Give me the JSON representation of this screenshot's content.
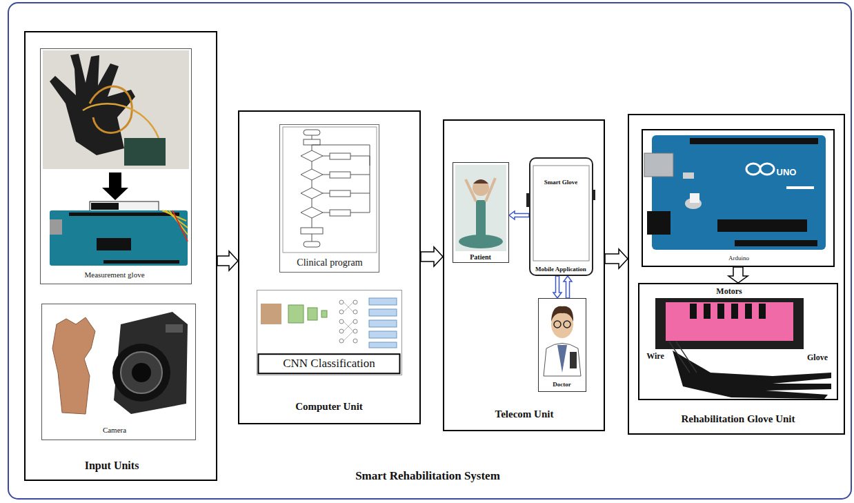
{
  "diagram": {
    "title": "Smart Rehabilitation System",
    "nodes": [
      {
        "text": [
          "Input Units"
        ]
      },
      {
        "text": [
          "Measurement glove"
        ],
        "in": 0
      },
      {
        "text": [
          "Camera"
        ],
        "in": 0
      },
      {
        "text": [
          "Computer Unit"
        ]
      },
      {
        "text": [
          "Clinical program"
        ],
        "in": 3
      },
      {
        "text": [
          "CNN Classification"
        ],
        "in": 3
      },
      {
        "text": [
          "Telecom Unit"
        ]
      },
      {
        "text": [
          "Patient"
        ],
        "in": 6
      },
      {
        "text": [
          "Smart Glove",
          "Mobile Application"
        ],
        "in": 6
      },
      {
        "text": [
          "Doctor"
        ],
        "in": 6
      },
      {
        "text": [
          "Rehabilitation Glove Unit"
        ]
      },
      {
        "text": [
          "Arduino"
        ],
        "in": 10
      },
      {
        "text": [
          "Motors",
          "Wire",
          "Glove"
        ],
        "in": 10
      }
    ],
    "edges": [
      {
        "from": 0,
        "to": 3,
        "arrow": "to"
      },
      {
        "from": 3,
        "to": 6,
        "arrow": "to"
      },
      {
        "from": 6,
        "to": 10,
        "arrow": "to"
      },
      {
        "from": 8,
        "to": 7,
        "arrow": "to"
      },
      {
        "from": 8,
        "to": 9,
        "arrow": "to"
      },
      {
        "from": 9,
        "to": 8,
        "arrow": "to"
      },
      {
        "from": 11,
        "to": 12,
        "arrow": "to"
      }
    ],
    "labels": [
      "UNO"
    ]
  }
}
